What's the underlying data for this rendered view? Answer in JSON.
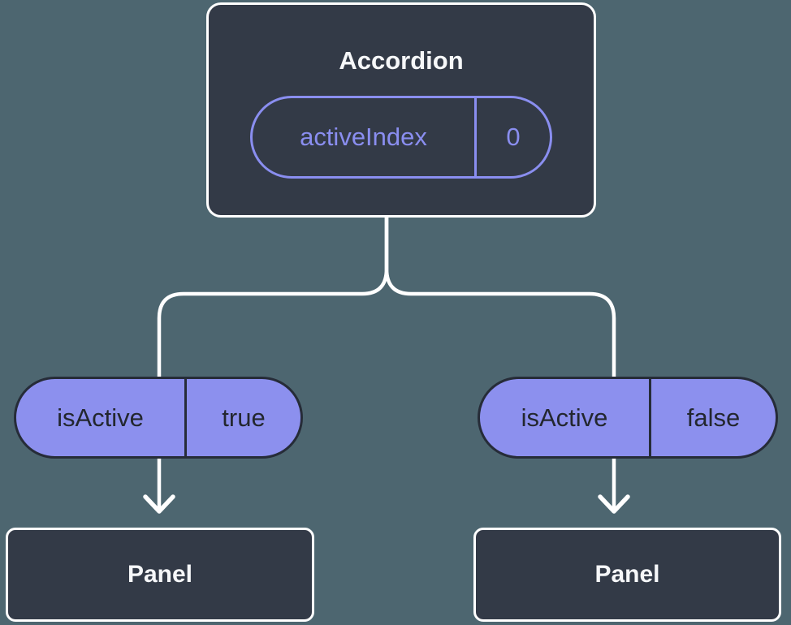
{
  "diagram": {
    "type": "component-tree",
    "root": {
      "title": "Accordion",
      "state_pill": {
        "name": "activeIndex",
        "value": "0"
      }
    },
    "branches": [
      {
        "prop_pill": {
          "name": "isActive",
          "value": "true"
        },
        "child": {
          "title": "Panel"
        }
      },
      {
        "prop_pill": {
          "name": "isActive",
          "value": "false"
        },
        "child": {
          "title": "Panel"
        }
      }
    ],
    "colors": {
      "background": "#4D6670",
      "node_fill": "#333A47",
      "node_border": "#FFFFFF",
      "node_text": "#F6F7F9",
      "pill_fill": "#8C90EE",
      "pill_border": "#262C38",
      "pill_text": "#23272F",
      "state_accent": "#8A8EF0",
      "connector": "#FFFFFF"
    }
  }
}
